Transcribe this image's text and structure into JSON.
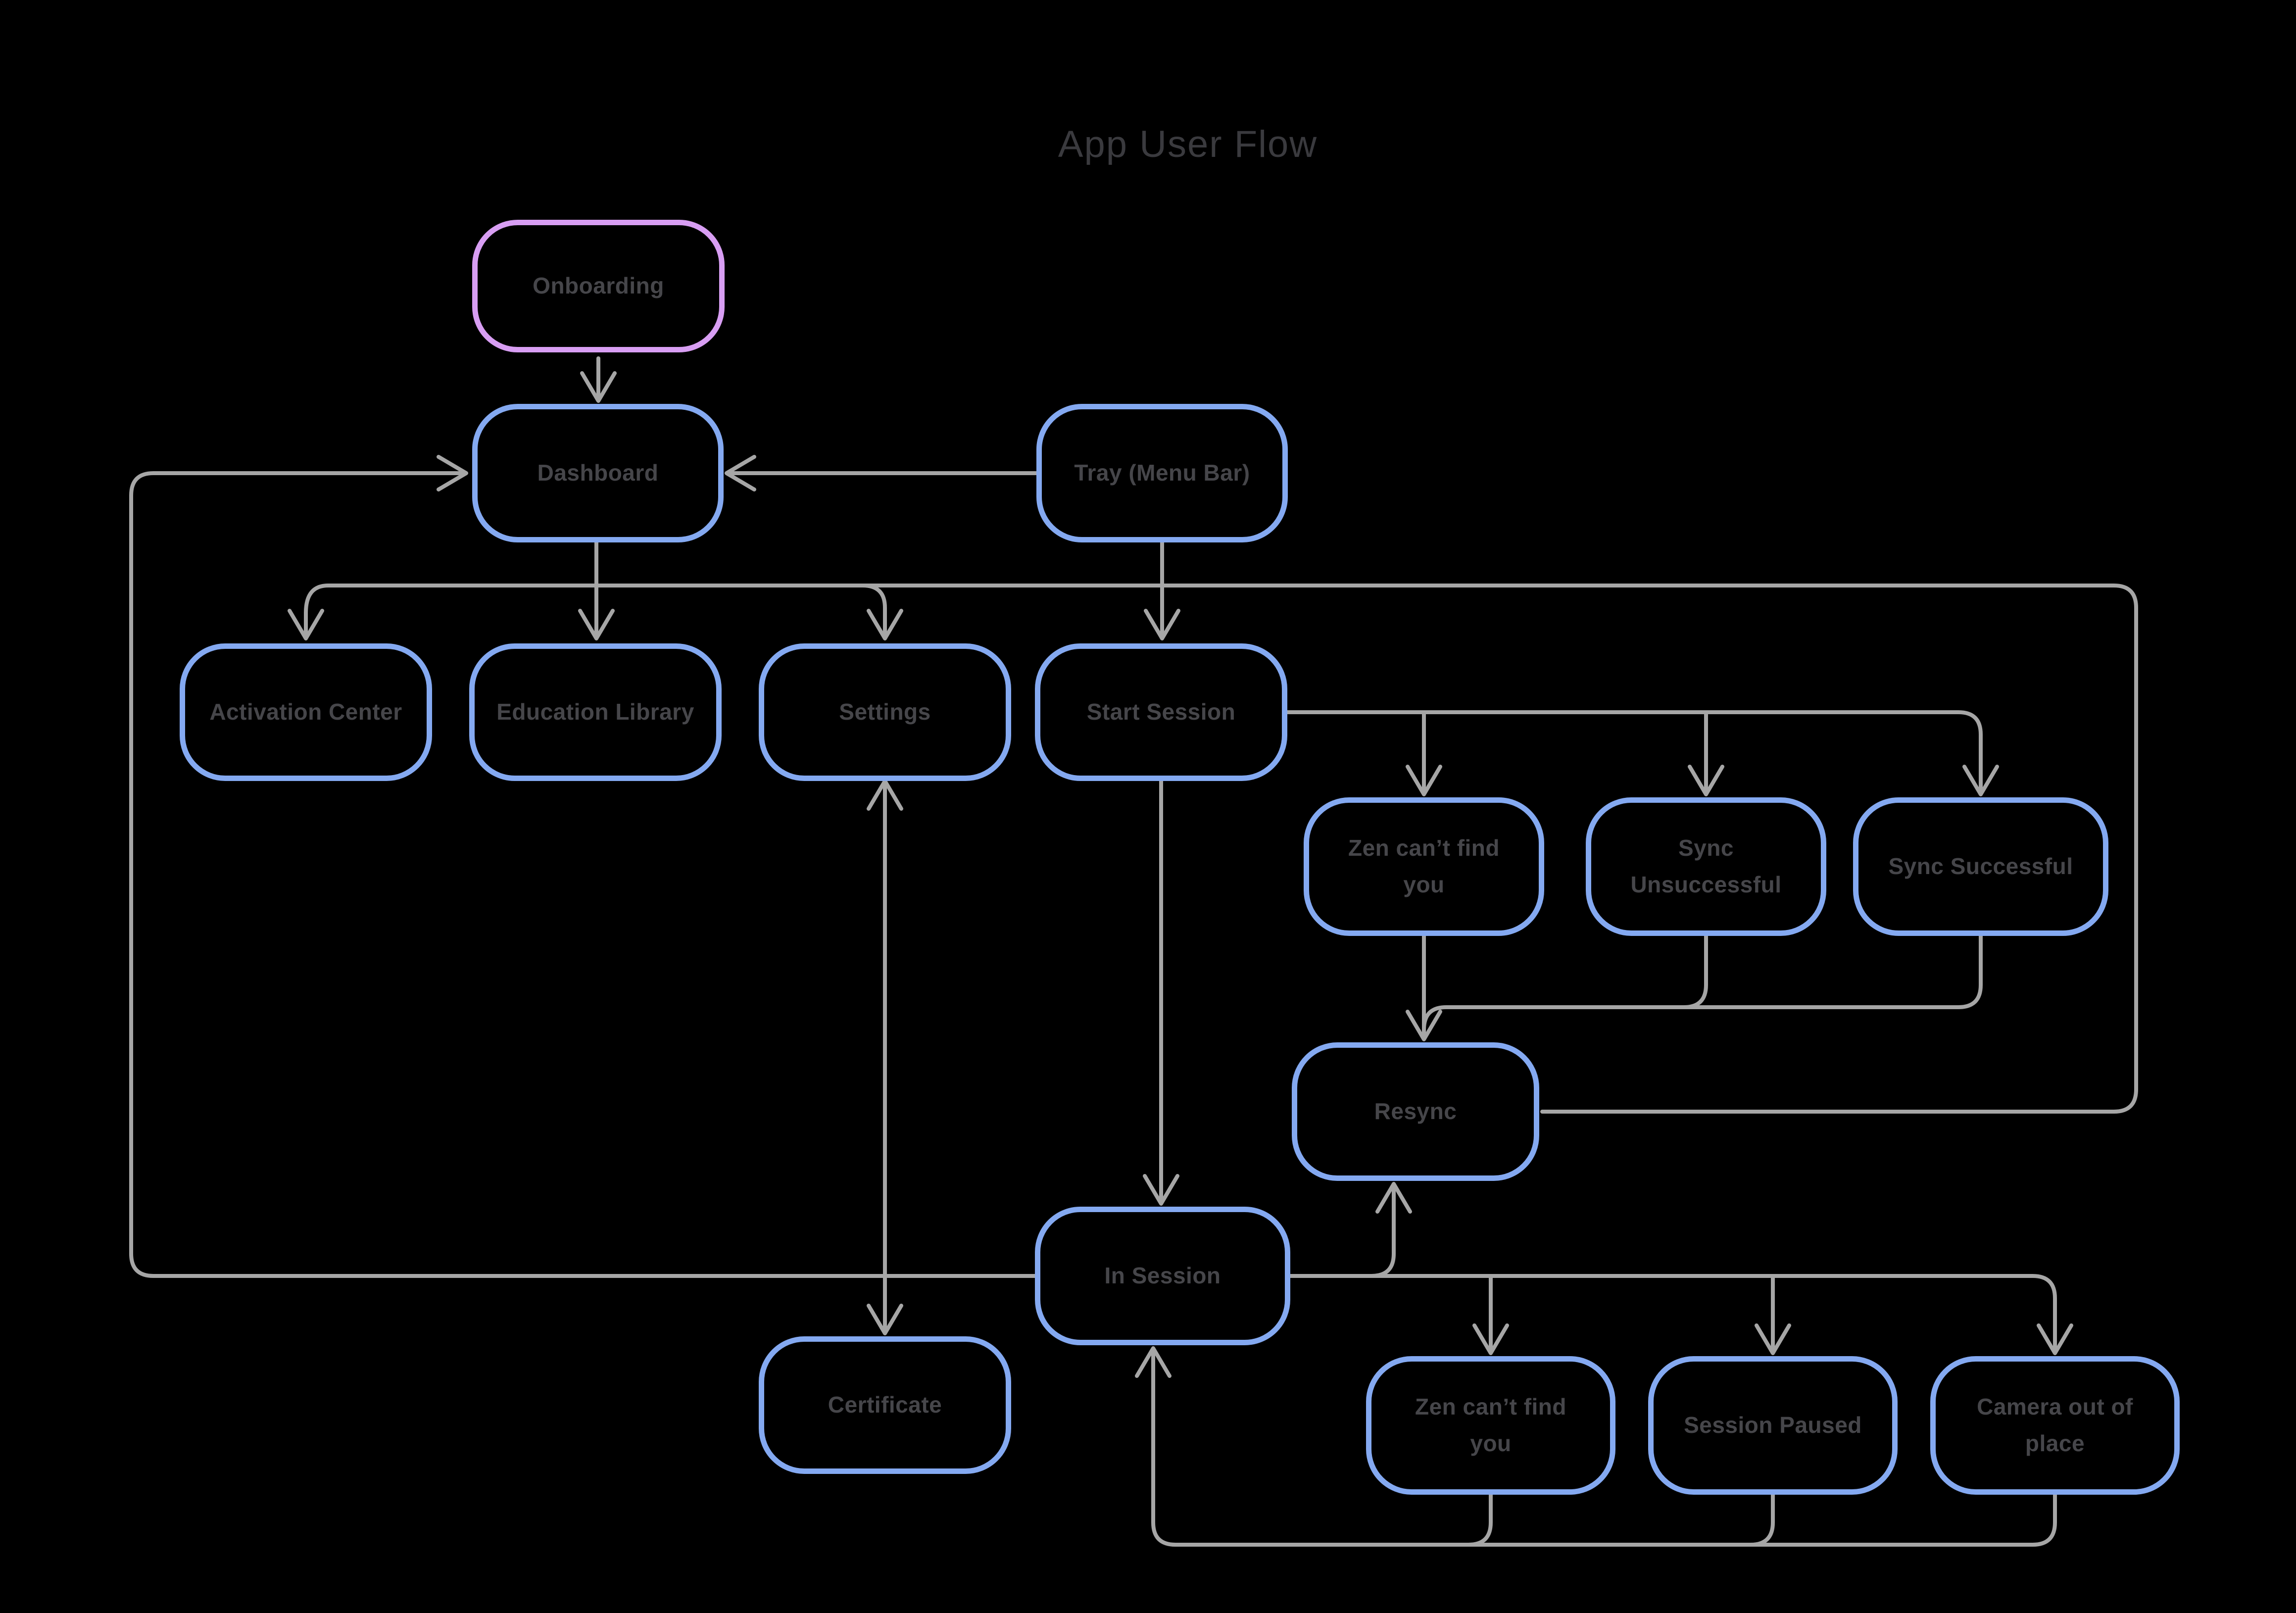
{
  "title": "App User Flow",
  "colors": {
    "background": "#000000",
    "node_border_blue": "#84a9f1",
    "node_border_purple": "#d89ef3",
    "connector_gray": "#a6a6a6",
    "node_text": "#46464a",
    "title_text": "#3a3a3e"
  },
  "nodes": {
    "onboarding": {
      "label": "Onboarding",
      "accent": "purple"
    },
    "dashboard": {
      "label": "Dashboard",
      "accent": "blue"
    },
    "tray": {
      "label": "Tray (Menu Bar)",
      "accent": "blue"
    },
    "activation_center": {
      "label": "Activation Center",
      "accent": "blue"
    },
    "education_library": {
      "label": "Education Library",
      "accent": "blue"
    },
    "settings": {
      "label": "Settings",
      "accent": "blue"
    },
    "start_session": {
      "label": "Start Session",
      "accent": "blue"
    },
    "zen_cant_find_you_sync": {
      "label": "Zen can’t find you",
      "accent": "blue"
    },
    "sync_unsuccessful": {
      "label": "Sync Unsuccessful",
      "accent": "blue"
    },
    "sync_successful": {
      "label": "Sync Successful",
      "accent": "blue"
    },
    "resync": {
      "label": "Resync",
      "accent": "blue"
    },
    "in_session": {
      "label": "In Session",
      "accent": "blue"
    },
    "certificate": {
      "label": "Certificate",
      "accent": "blue"
    },
    "zen_cant_find_you_session": {
      "label": "Zen can’t find you",
      "accent": "blue"
    },
    "session_paused": {
      "label": "Session Paused",
      "accent": "blue"
    },
    "camera_out_of_place": {
      "label": "Camera out of place",
      "accent": "blue"
    }
  },
  "edges": [
    {
      "from": "onboarding",
      "to": "dashboard"
    },
    {
      "from": "tray",
      "to": "dashboard"
    },
    {
      "from": "tray",
      "to": "start_session"
    },
    {
      "from": "dashboard",
      "to": "activation_center"
    },
    {
      "from": "dashboard",
      "to": "education_library"
    },
    {
      "from": "dashboard",
      "to": "settings"
    },
    {
      "from": "dashboard",
      "to": "start_session"
    },
    {
      "from": "dashboard_rail",
      "to": "resync"
    },
    {
      "from": "start_session",
      "to": "zen_cant_find_you_sync"
    },
    {
      "from": "start_session",
      "to": "sync_unsuccessful"
    },
    {
      "from": "start_session",
      "to": "sync_successful"
    },
    {
      "from": "start_session",
      "to": "in_session"
    },
    {
      "from": "zen_cant_find_you_sync",
      "to": "resync"
    },
    {
      "from": "sync_unsuccessful",
      "to": "resync"
    },
    {
      "from": "sync_successful",
      "to": "resync"
    },
    {
      "from": "in_session",
      "to": "resync"
    },
    {
      "from": "in_session",
      "to": "dashboard"
    },
    {
      "from": "in_session",
      "to": "settings"
    },
    {
      "from": "in_session",
      "to": "certificate"
    },
    {
      "from": "in_session",
      "to": "zen_cant_find_you_session"
    },
    {
      "from": "in_session",
      "to": "session_paused"
    },
    {
      "from": "in_session",
      "to": "camera_out_of_place"
    },
    {
      "from": "zen_cant_find_you_session",
      "to": "in_session"
    },
    {
      "from": "session_paused",
      "to": "in_session"
    },
    {
      "from": "camera_out_of_place",
      "to": "in_session"
    }
  ]
}
